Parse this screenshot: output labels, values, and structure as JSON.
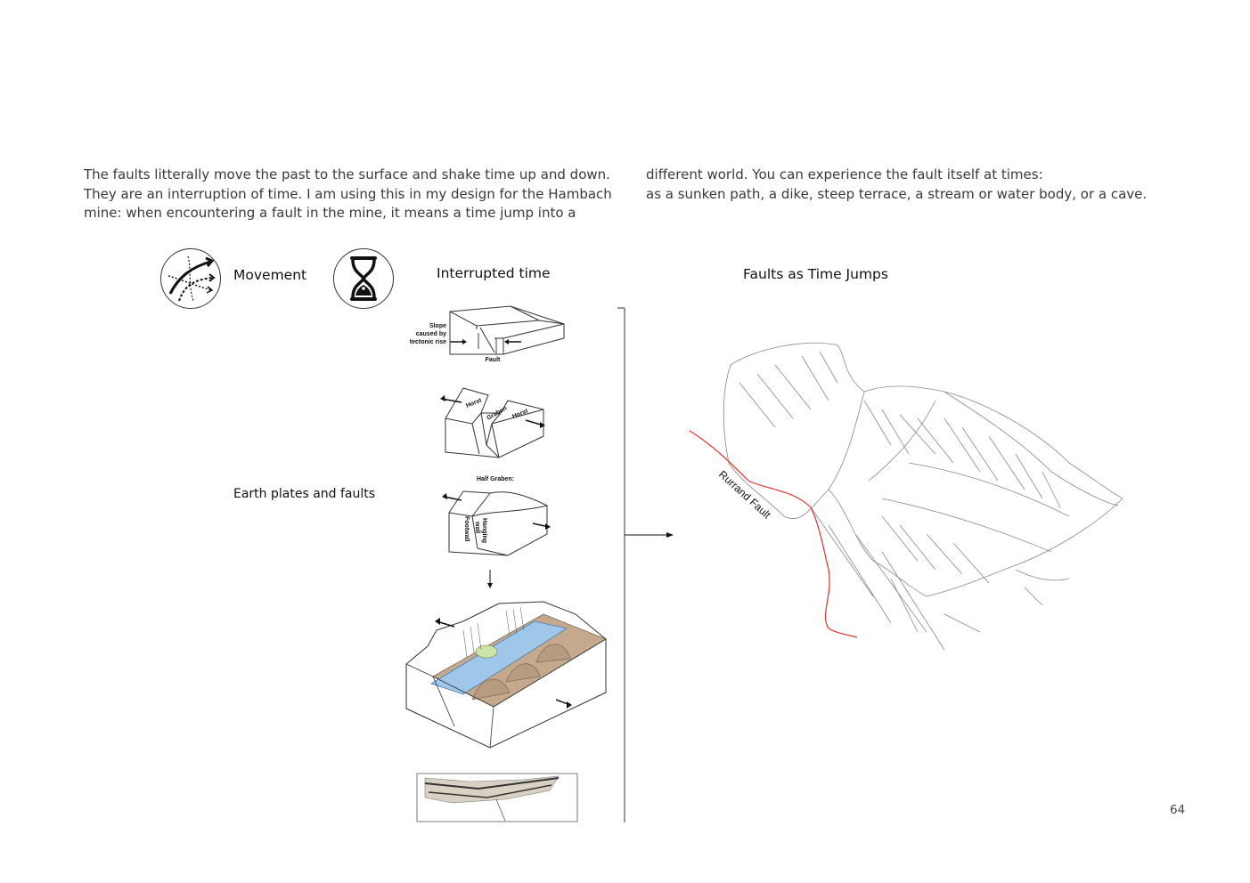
{
  "text": {
    "paragraph_left": "The faults litterally move the past to the surface and shake time up and down. They are an interruption of time. I am using this in my design for the Hambach mine: when encountering a fault in the mine, it means a time jump into a",
    "paragraph_right_line1": "different world. You can experience the fault itself at times:",
    "paragraph_right_line2": "as a sunken path, a dike, steep terrace, a stream or water body, or a cave."
  },
  "headings": {
    "movement": "Movement",
    "interrupted_time": "Interrupted time",
    "faults_as_time_jumps": "Faults as Time Jumps",
    "earth_plates": "Earth plates and faults"
  },
  "icons": {
    "movement": "movement-arrows-icon",
    "time": "hourglass-icon"
  },
  "diagram_labels": {
    "slope_line1": "Slope",
    "slope_line2": "caused by",
    "slope_line3": "tectonic rise",
    "fault": "Fault",
    "horst_left": "Horst",
    "graben": "Graben",
    "horst_right": "Horst",
    "half_graben": "Half Graben:",
    "footwall": "Footwall",
    "hanging_wall_1": "Hanging",
    "hanging_wall_2": "wall"
  },
  "map": {
    "fault_label": "Rurrand Fault",
    "fault_color": "#e0312b"
  },
  "colors": {
    "water": "#9ec7ea",
    "soil": "#c4a98c"
  },
  "page_number": "64"
}
